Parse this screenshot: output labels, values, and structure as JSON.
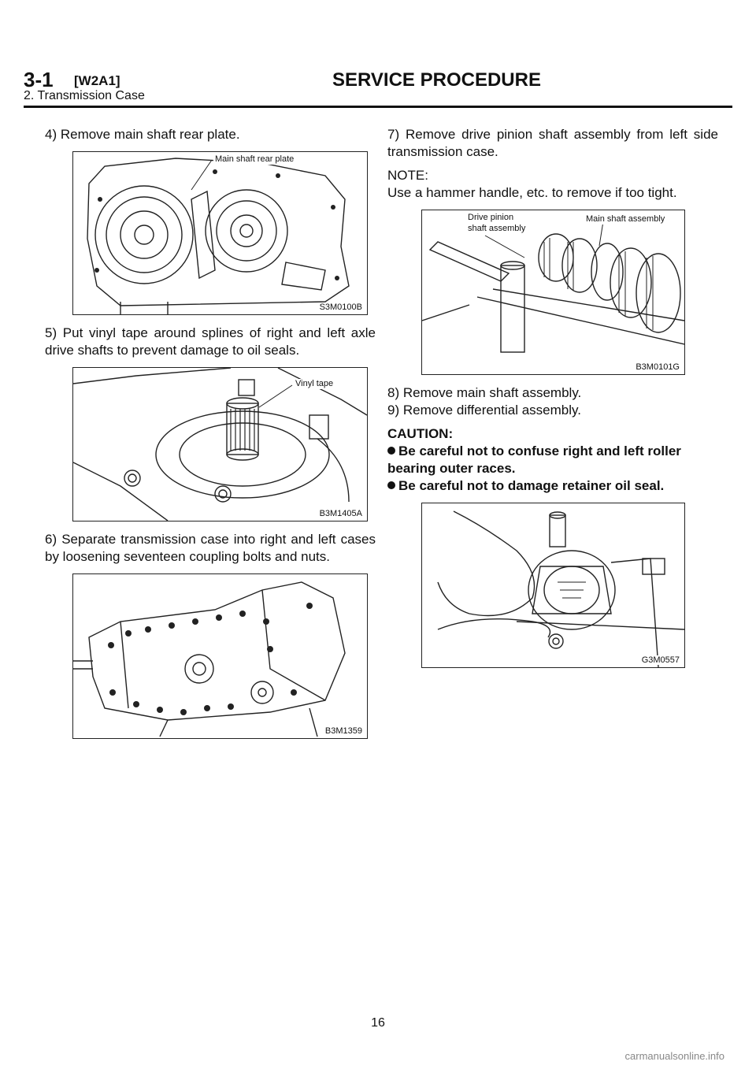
{
  "header": {
    "section_num": "3-1",
    "section_code": "[W2A1]",
    "title": "SERVICE PROCEDURE",
    "subtitle": "2. Transmission Case"
  },
  "left": {
    "step4": "4) Remove main shaft rear plate.",
    "fig1": {
      "code": "S3M0100B",
      "label": "Main shaft rear plate"
    },
    "step5": "5) Put vinyl tape around splines of right and left axle drive shafts to prevent damage to oil seals.",
    "fig2": {
      "code": "B3M1405A",
      "label": "Vinyl tape"
    },
    "step6": "6) Separate transmission case into right and left cases by loosening seventeen coupling bolts and nuts.",
    "fig3": {
      "code": "B3M1359"
    }
  },
  "right": {
    "step7": "7) Remove drive pinion shaft assembly from left side transmission case.",
    "note_title": "NOTE:",
    "note_text": "Use a hammer handle, etc. to remove if too tight.",
    "fig4": {
      "code": "B3M0101G",
      "label_a1": "Drive pinion",
      "label_a2": "shaft assembly",
      "label_b": "Main shaft assembly"
    },
    "step8": "8) Remove main shaft assembly.",
    "step9": "9) Remove differential assembly.",
    "caution_title": "CAUTION:",
    "caution1": "Be careful not to confuse right and left roller bearing outer races.",
    "caution2": "Be careful not to damage retainer oil seal.",
    "fig5": {
      "code": "G3M0557"
    }
  },
  "page_number": "16",
  "footer": "carmanualsonline.info"
}
